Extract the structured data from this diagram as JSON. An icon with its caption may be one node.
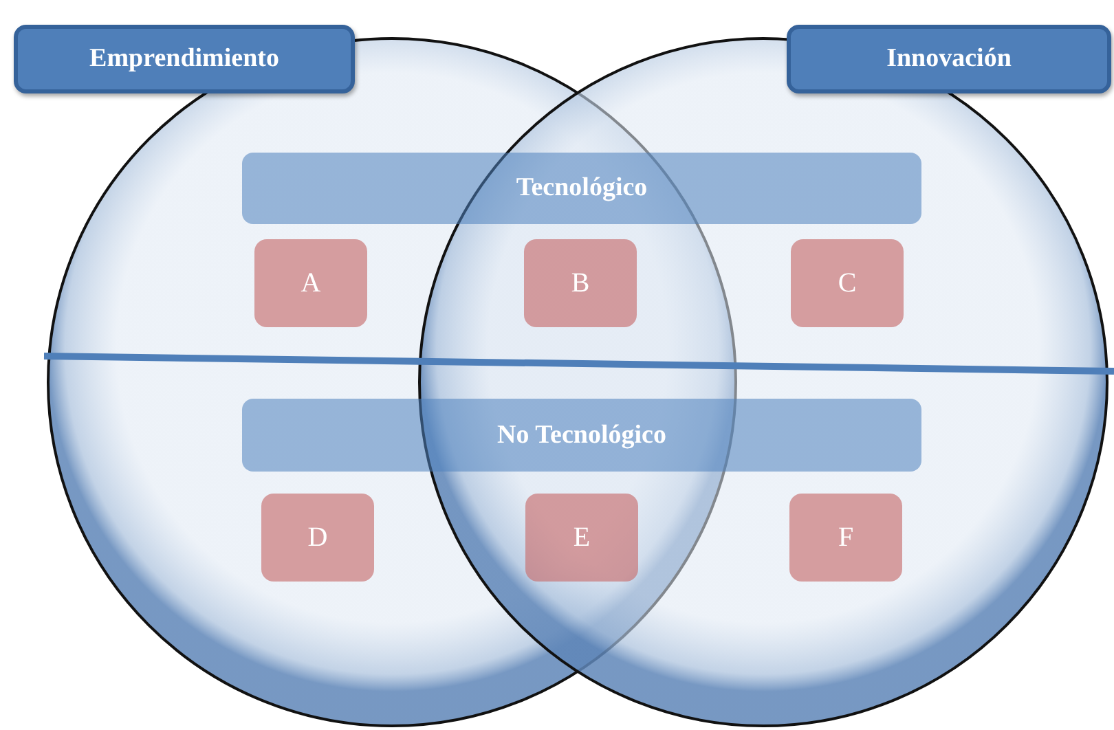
{
  "diagram": {
    "nodes": [
      {
        "text": [],
        "shape": "circle"
      },
      {
        "text": [],
        "shape": "circle"
      },
      {
        "text": [
          "Emprendimiento"
        ]
      },
      {
        "text": [
          "Innovación"
        ]
      },
      {
        "text": [
          "Tecnológico"
        ]
      },
      {
        "text": [
          "A"
        ],
        "in": 0
      },
      {
        "text": [
          "B"
        ]
      },
      {
        "text": [
          "C"
        ],
        "in": 1
      },
      {
        "text": [
          "No Tecnológico"
        ]
      },
      {
        "text": [
          "D"
        ],
        "in": 0
      },
      {
        "text": [
          "E"
        ]
      },
      {
        "text": [
          "F"
        ],
        "in": 1
      }
    ]
  }
}
